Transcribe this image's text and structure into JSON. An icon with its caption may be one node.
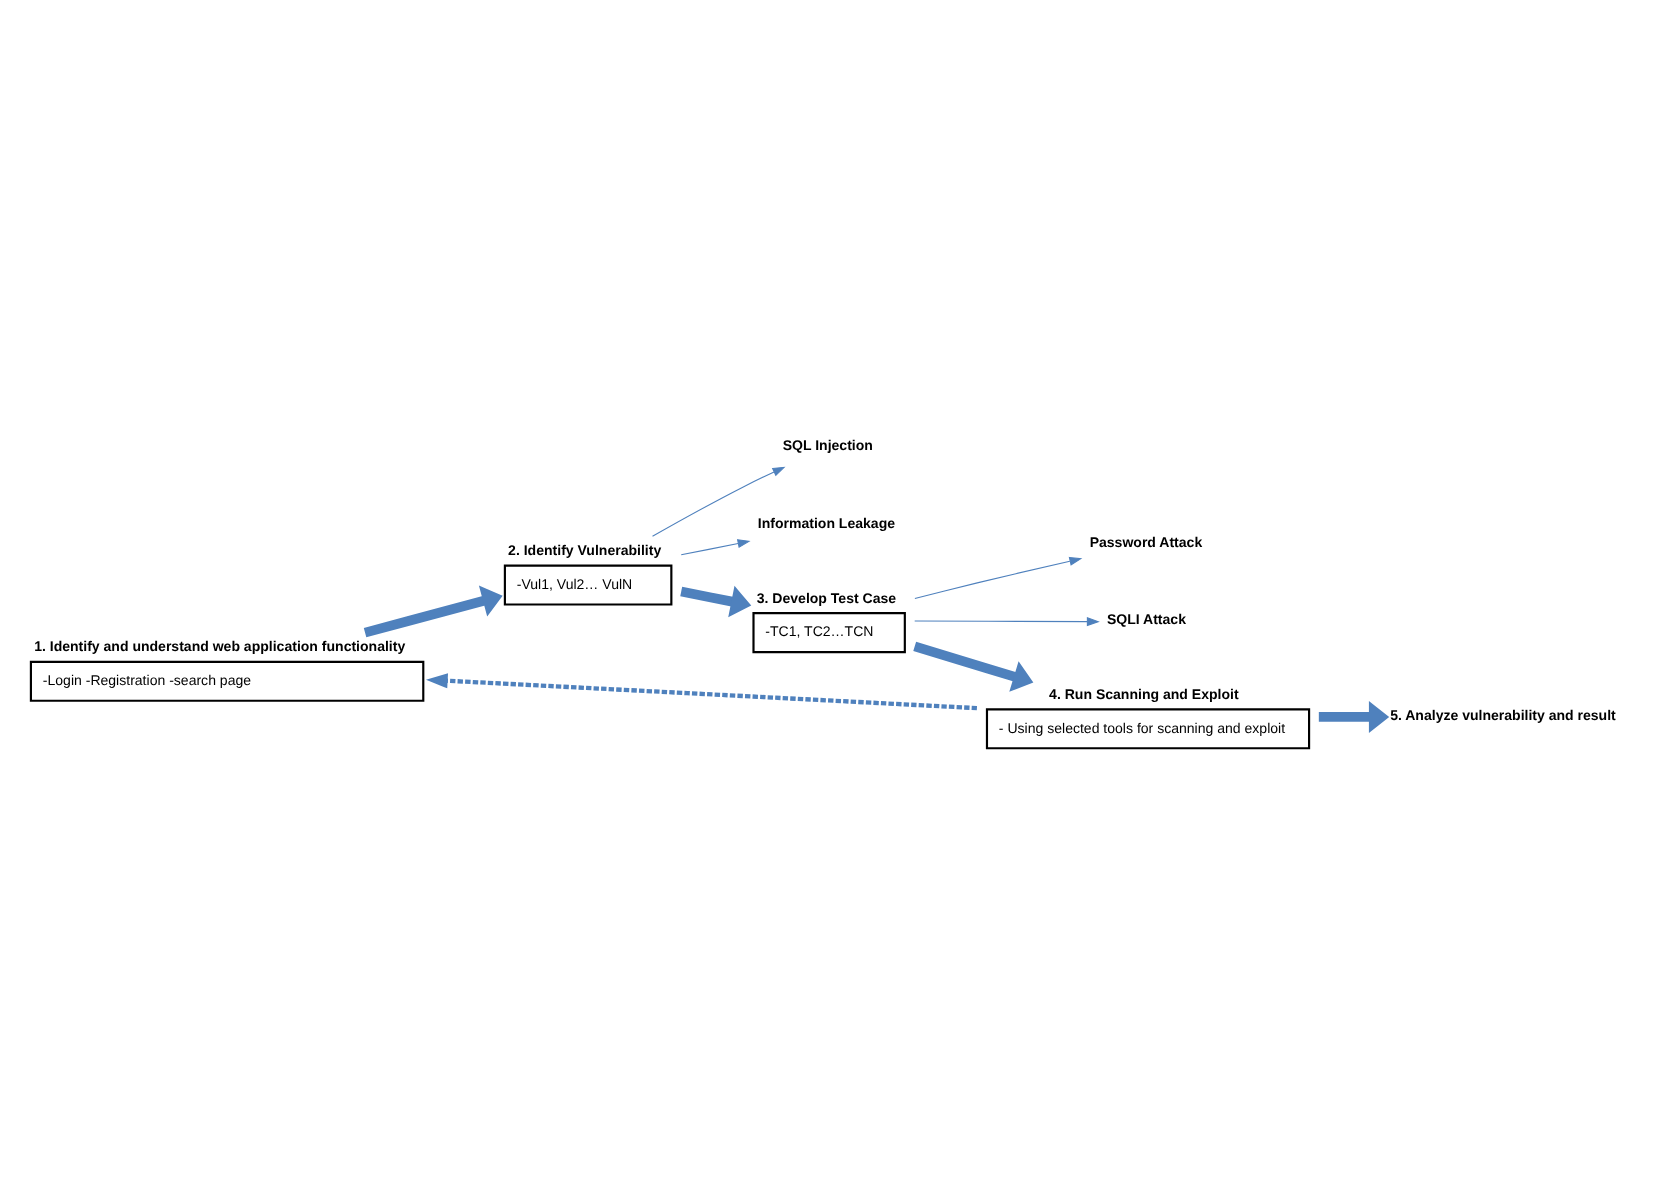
{
  "diagram": {
    "nodes": [
      {
        "text": [
          "1. Identify and understand web application functionality",
          "-Login -Registration -search page"
        ]
      },
      {
        "text": [
          "2. Identify Vulnerability",
          "-Vul1, Vul2… VulN"
        ]
      },
      {
        "text": [
          "SQL Injection"
        ]
      },
      {
        "text": [
          "Information Leakage"
        ]
      },
      {
        "text": [
          "3. Develop Test Case",
          "-TC1, TC2…TCN"
        ]
      },
      {
        "text": [
          "Password Attack"
        ]
      },
      {
        "text": [
          "SQLI Attack"
        ]
      },
      {
        "text": [
          "4. Run Scanning and Exploit",
          "- Using selected tools for scanning and exploit"
        ]
      },
      {
        "text": [
          "5. Analyze vulnerability and result"
        ]
      }
    ],
    "edges": [
      {
        "from": 0,
        "to": 1,
        "arrow": "to",
        "style": "thick"
      },
      {
        "from": 1,
        "to": 2,
        "arrow": "to"
      },
      {
        "from": 1,
        "to": 3,
        "arrow": "to"
      },
      {
        "from": 1,
        "to": 4,
        "arrow": "to",
        "style": "thick"
      },
      {
        "from": 4,
        "to": 5,
        "arrow": "to"
      },
      {
        "from": 4,
        "to": 6,
        "arrow": "to"
      },
      {
        "from": 4,
        "to": 7,
        "arrow": "to",
        "style": "thick"
      },
      {
        "from": 7,
        "to": 8,
        "arrow": "to",
        "style": "thick"
      },
      {
        "from": 7,
        "to": 0,
        "arrow": "to",
        "style": "dashed"
      }
    ]
  }
}
